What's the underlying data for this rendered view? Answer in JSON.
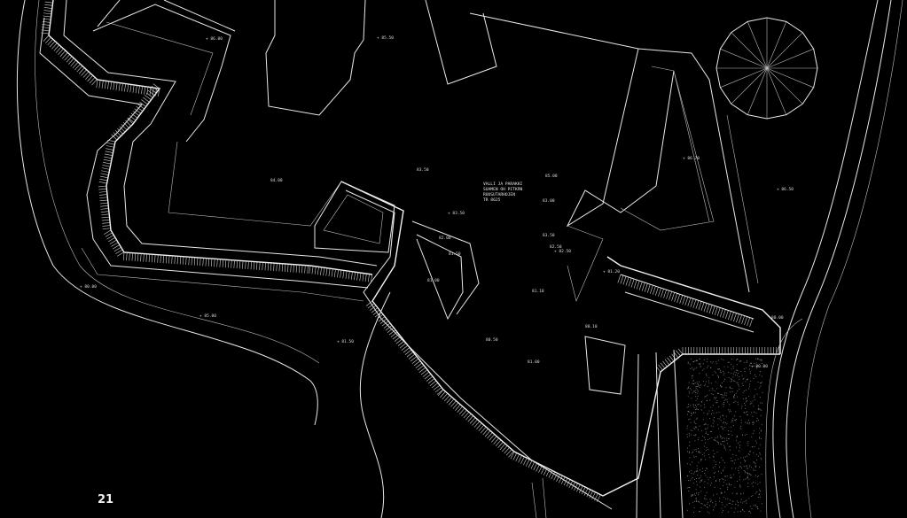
{
  "canvas": {
    "background": "#000000",
    "line_color": "#e8e8e8"
  },
  "plan_note": {
    "lines": [
      "VALLI JA PARAKKI",
      "SUAMEN OH PITKÄN",
      "RUUSUTARHOJEN",
      "TR 8625"
    ]
  },
  "elevations": [
    "+ 85.00",
    "+ 80.00",
    "84.00",
    "83.50",
    "+ 81.50",
    "85.00",
    "82.00",
    "83.00",
    "83.50",
    "81.50",
    "81.00",
    "80.50",
    "82.50",
    "81.00",
    "80.00",
    "+ 86.00",
    "+ 85.50",
    "+ 86.70",
    "+ 86.50",
    "+ 83.50",
    "+ 82.50",
    "+ 81.20",
    "+ 80.00",
    "81.10",
    "80.10"
  ],
  "sheet_number": "21"
}
